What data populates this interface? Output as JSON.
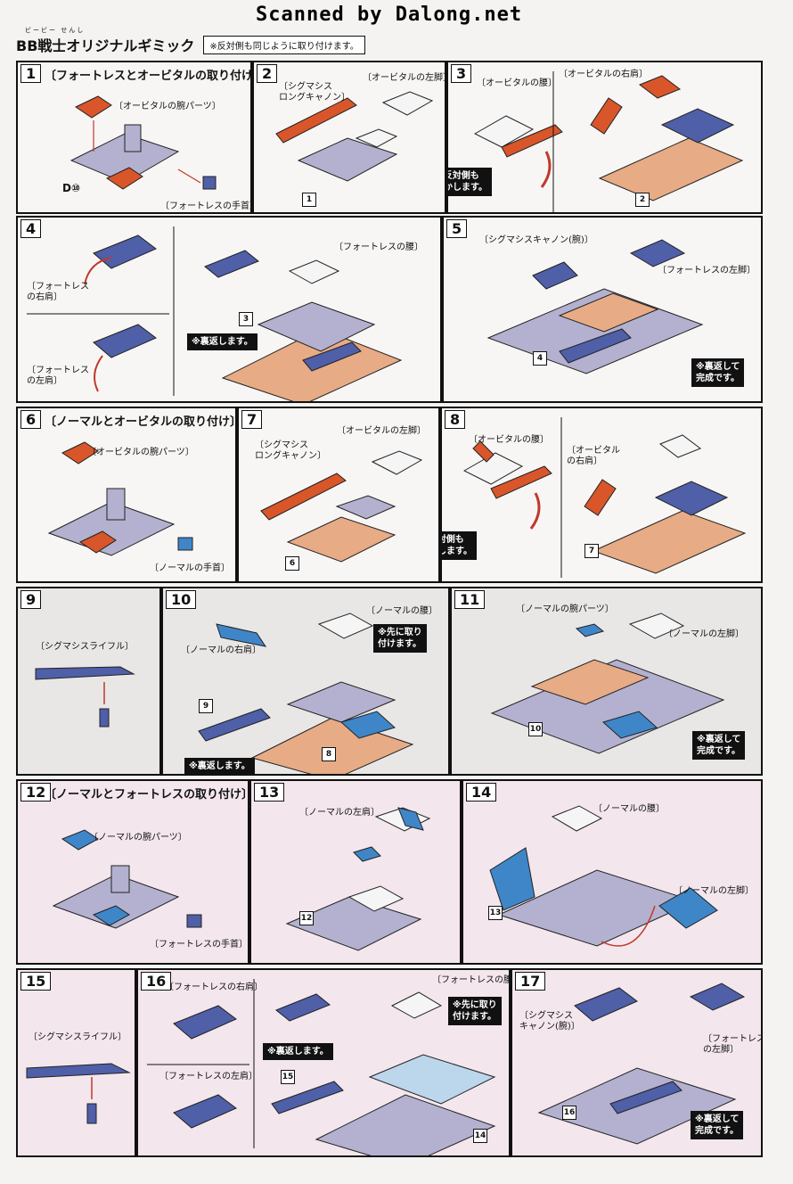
{
  "watermark": "Scanned by Dalong.net",
  "header": {
    "ruby": "ビービー せんし",
    "title": "BB戦士オリジナルギミック",
    "note": "※反対側も同じように取り付けます。"
  },
  "steps": {
    "s1": {
      "num": "1",
      "title": "〔フォートレスとオービタルの取り付け〕",
      "part_a": "〔オービタルの腕パーツ〕",
      "part_b": "〔フォートレスの手首〕",
      "dref": "D⑩"
    },
    "s2": {
      "num": "2",
      "part_a": "〔シグマシス\nロングキャノン〕",
      "part_b": "〔オービタルの左脚〕",
      "ref": "1"
    },
    "s3": {
      "num": "3",
      "part_a": "〔オービタルの腰〕",
      "part_b": "〔オービタルの右肩〕",
      "note": "※反対側も\n動かします。",
      "ref": "2"
    },
    "s4": {
      "num": "4",
      "part_a": "〔フォートレス\nの右肩〕",
      "part_b": "〔フォートレス\nの左肩〕",
      "part_c": "〔フォートレスの腰〕",
      "note": "※裏返します。",
      "ref": "3"
    },
    "s5": {
      "num": "5",
      "part_a": "〔シグマシスキャノン(腕)〕",
      "part_b": "〔フォートレスの左脚〕",
      "note": "※裏返して\n完成です。",
      "ref": "4"
    },
    "s6": {
      "num": "6",
      "title": "〔ノーマルとオービタルの取り付け〕",
      "part_a": "〔オービタルの腕パーツ〕",
      "part_b": "〔ノーマルの手首〕"
    },
    "s7": {
      "num": "7",
      "part_a": "〔シグマシス\nロングキャノン〕",
      "part_b": "〔オービタルの左脚〕",
      "ref": "6"
    },
    "s8": {
      "num": "8",
      "part_a": "〔オービタルの腰〕",
      "part_b": "〔オービタル\nの右肩〕",
      "note": "※反対側も\n動かします。",
      "ref": "7"
    },
    "s9": {
      "num": "9",
      "part_a": "〔シグマシスライフル〕"
    },
    "s10": {
      "num": "10",
      "part_a": "〔ノーマルの右肩〕",
      "part_b": "〔ノーマルの腰〕",
      "note_a": "※先に取り\n付けます。",
      "note_b": "※裏返します。",
      "ref_a": "9",
      "ref_b": "8"
    },
    "s11": {
      "num": "11",
      "part_a": "〔ノーマルの腕パーツ〕",
      "part_b": "〔ノーマルの左脚〕",
      "note": "※裏返して\n完成です。",
      "ref": "10"
    },
    "s12": {
      "num": "12",
      "title": "〔ノーマルとフォートレスの取り付け〕",
      "part_a": "〔ノーマルの腕パーツ〕",
      "part_b": "〔フォートレスの手首〕"
    },
    "s13": {
      "num": "13",
      "part_a": "〔ノーマルの左肩〕",
      "ref": "12"
    },
    "s14": {
      "num": "14",
      "part_a": "〔ノーマルの腰〕",
      "part_b": "〔ノーマルの左脚〕",
      "ref": "13"
    },
    "s15": {
      "num": "15",
      "part_a": "〔シグマシスライフル〕"
    },
    "s16": {
      "num": "16",
      "part_a": "〔フォートレスの右肩〕",
      "part_b": "〔フォートレスの左肩〕",
      "part_c": "〔フォートレスの腰〕",
      "note_a": "※先に取り\n付けます。",
      "note_b": "※裏返します。",
      "ref_a": "15",
      "ref_b": "14"
    },
    "s17": {
      "num": "17",
      "part_a": "〔シグマシス\nキャノン(腕)〕",
      "part_b": "〔フォートレス\nの左脚〕",
      "note": "※裏返して\n完成です。",
      "ref": "16"
    }
  },
  "colors": {
    "orange": "#d9562a",
    "navy": "#4f5fa8",
    "sky": "#3f86c8",
    "lavender": "#b3b1cf",
    "peach": "#e7ab85"
  }
}
